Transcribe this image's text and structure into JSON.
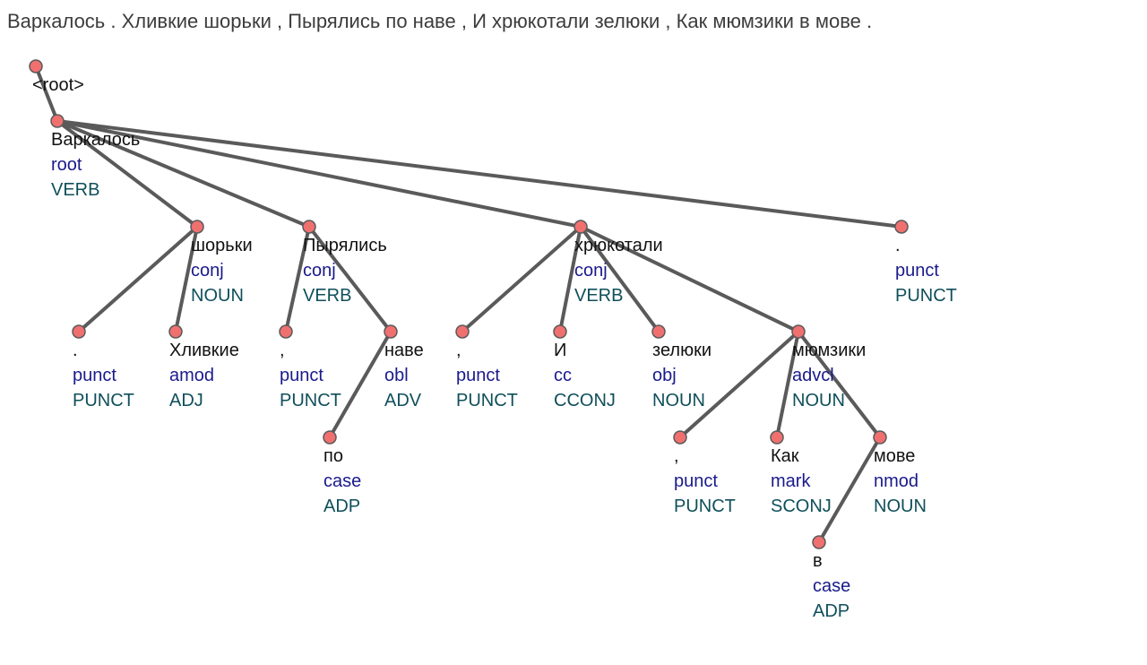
{
  "sentence": "Варкалось . Хливкие шорьки , Пырялись по наве , И хрюкотали зелюки , Как мюмзики в мове .",
  "colors": {
    "node_fill": "#f07070",
    "node_stroke": "#5a5a5a",
    "edge": "#5a5a5a",
    "form_text": "#111111",
    "relation_text": "#1a1a8c",
    "pos_text": "#0f4f5a"
  },
  "tree": {
    "root_label": "<root>",
    "nodes": [
      {
        "id": "n1",
        "form": "Варкалось",
        "relation": "root",
        "pos": "VERB",
        "head": "root"
      },
      {
        "id": "n2",
        "form": "шорьки",
        "relation": "conj",
        "pos": "NOUN",
        "head": "n1"
      },
      {
        "id": "n3",
        "form": "Пырялись",
        "relation": "conj",
        "pos": "VERB",
        "head": "n1"
      },
      {
        "id": "n4",
        "form": "хрюкотали",
        "relation": "conj",
        "pos": "VERB",
        "head": "n1"
      },
      {
        "id": "n5",
        "form": ".",
        "relation": "punct",
        "pos": "PUNCT",
        "head": "n1"
      },
      {
        "id": "n6",
        "form": ".",
        "relation": "punct",
        "pos": "PUNCT",
        "head": "n2"
      },
      {
        "id": "n7",
        "form": "Хливкие",
        "relation": "amod",
        "pos": "ADJ",
        "head": "n2"
      },
      {
        "id": "n8",
        "form": ",",
        "relation": "punct",
        "pos": "PUNCT",
        "head": "n3"
      },
      {
        "id": "n9",
        "form": "наве",
        "relation": "obl",
        "pos": "ADV",
        "head": "n3"
      },
      {
        "id": "n10",
        "form": "по",
        "relation": "case",
        "pos": "ADP",
        "head": "n9"
      },
      {
        "id": "n11",
        "form": ",",
        "relation": "punct",
        "pos": "PUNCT",
        "head": "n4"
      },
      {
        "id": "n12",
        "form": "И",
        "relation": "cc",
        "pos": "CCONJ",
        "head": "n4"
      },
      {
        "id": "n13",
        "form": "зелюки",
        "relation": "obj",
        "pos": "NOUN",
        "head": "n4"
      },
      {
        "id": "n14",
        "form": "мюмзики",
        "relation": "advcl",
        "pos": "NOUN",
        "head": "n4"
      },
      {
        "id": "n15",
        "form": ",",
        "relation": "punct",
        "pos": "PUNCT",
        "head": "n14"
      },
      {
        "id": "n16",
        "form": "Как",
        "relation": "mark",
        "pos": "SCONJ",
        "head": "n14"
      },
      {
        "id": "n17",
        "form": "мове",
        "relation": "nmod",
        "pos": "NOUN",
        "head": "n14"
      },
      {
        "id": "n18",
        "form": "в",
        "relation": "case",
        "pos": "ADP",
        "head": "n17"
      }
    ]
  }
}
